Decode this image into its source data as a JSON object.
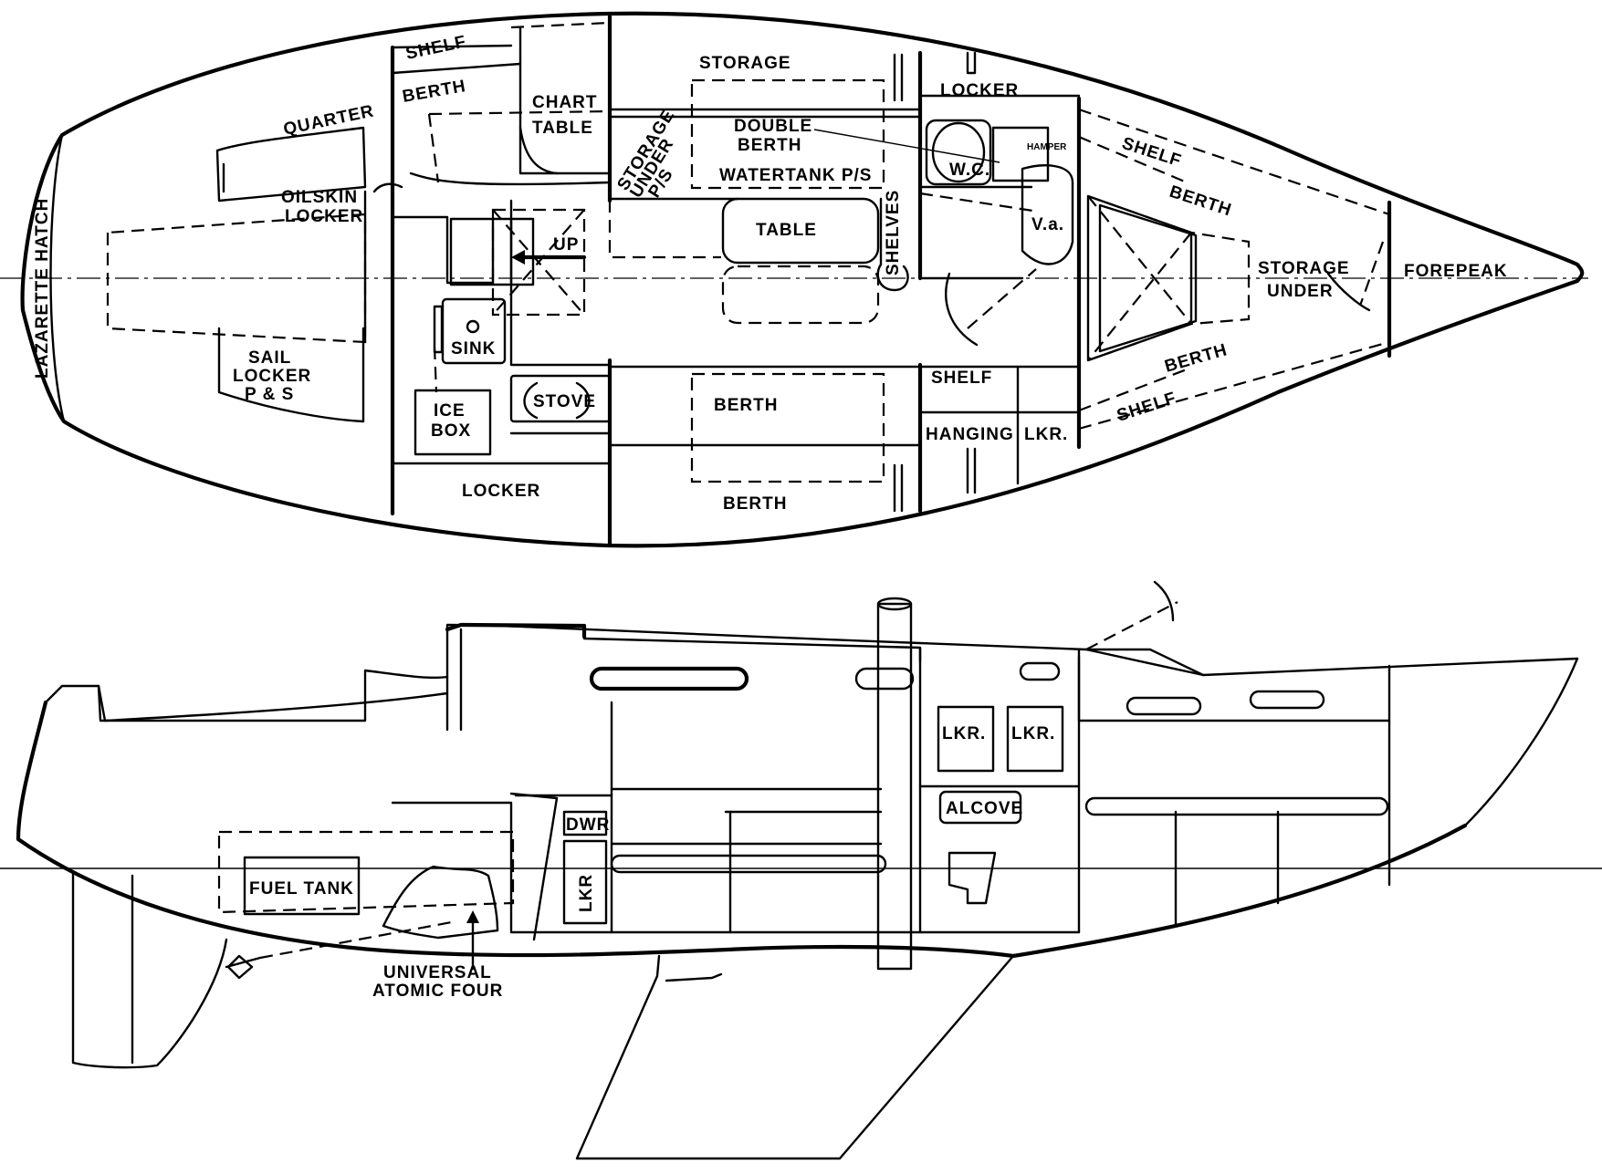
{
  "plan_labels": {
    "lazarette_hatch": "LAZARETTE HATCH",
    "shelf_aft": "SHELF",
    "quarter": "QUARTER",
    "berth_quarter": "BERTH",
    "oilskin_1": "OILSKIN",
    "oilskin_2": "LOCKER",
    "sail_locker_1": "SAIL",
    "sail_locker_2": "LOCKER",
    "sail_locker_3": "P & S",
    "chart_1": "CHART",
    "chart_2": "TABLE",
    "up": "UP",
    "sink": "SINK",
    "ice_1": "ICE",
    "ice_2": "BOX",
    "stove": "STOVE",
    "locker_aft": "LOCKER",
    "storage_top": "STORAGE",
    "storage_under_1": "STORAGE",
    "storage_under_2": "UNDER",
    "storage_under_3": "P/S",
    "double_1": "DOUBLE",
    "double_2": "BERTH",
    "watertank": "WATERTANK P/S",
    "table": "TABLE",
    "shelves": "SHELVES",
    "berth_mid": "BERTH",
    "berth_bottom": "BERTH",
    "locker_head": "LOCKER",
    "wc": "W.C.",
    "hamper": "HAMPER",
    "va": "V.a.",
    "shelf_mid": "SHELF",
    "hanging": "HANGING",
    "lkr_hanging": "LKR.",
    "shelf_fwd_top": "SHELF",
    "berth_v_top": "BERTH",
    "storage_fwd_1": "STORAGE",
    "storage_fwd_2": "UNDER",
    "forepeak": "FOREPEAK",
    "berth_v_bottom": "BERTH",
    "shelf_fwd_bottom": "SHELF"
  },
  "profile_labels": {
    "fuel_tank": "FUEL TANK",
    "dwr": "DWR",
    "lkr_galley": "LKR",
    "lkr_1": "LKR.",
    "lkr_2": "LKR.",
    "alcove": "ALCOVE",
    "engine_1": "UNIVERSAL",
    "engine_2": "ATOMIC FOUR"
  }
}
